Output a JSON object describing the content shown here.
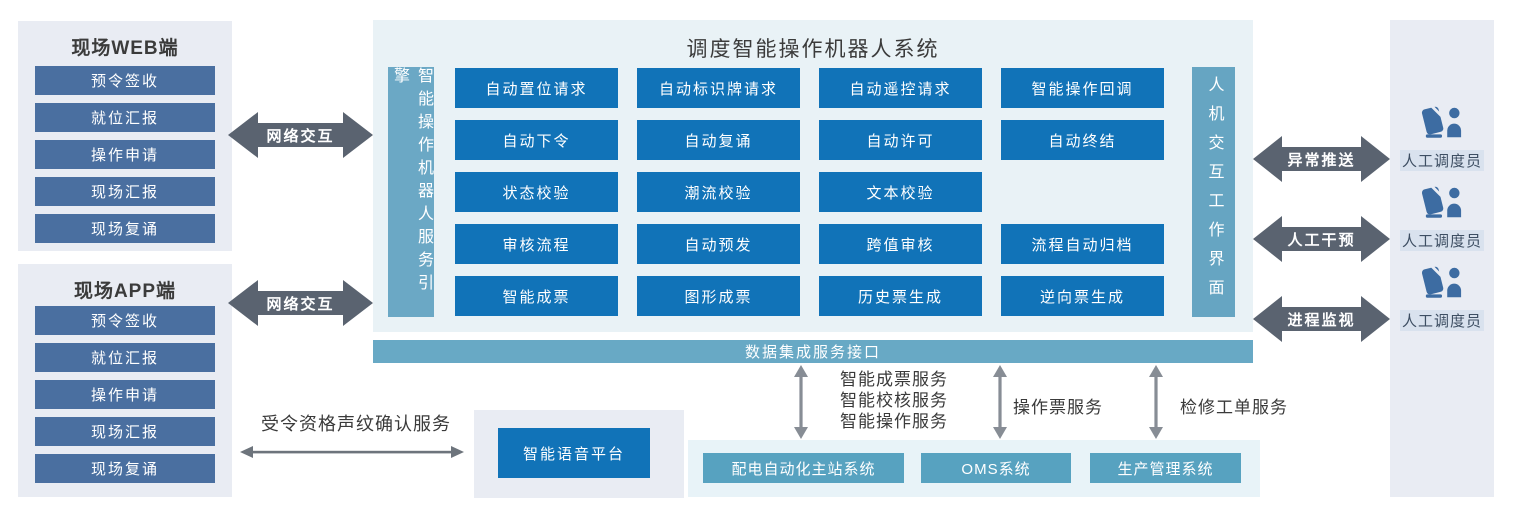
{
  "colors": {
    "primary_blue": "#1173b8",
    "steel_blue": "#4a6fa0",
    "teal_bar": "#68a9c5",
    "teal_button": "#57a2c0",
    "dark_arrow": "#5a6370",
    "thin_arrow": "#6d747c",
    "panel_gray": "#e9ecf3",
    "panel_blue": "#e9f2f6",
    "panel_teal": "#e8f3f8",
    "person_icon": "#3d6ca2",
    "title_text": "#3b3b3b"
  },
  "left": {
    "web": {
      "title": "现场WEB端",
      "items": [
        "预令签收",
        "就位汇报",
        "操作申请",
        "现场汇报",
        "现场复诵"
      ]
    },
    "app": {
      "title": "现场APP端",
      "items": [
        "预令签收",
        "就位汇报",
        "操作申请",
        "现场汇报",
        "现场复诵"
      ]
    }
  },
  "network_links": [
    {
      "label": "网络交互"
    },
    {
      "label": "网络交互"
    }
  ],
  "main": {
    "title": "调度智能操作机器人系统",
    "engine_bar": "智能操作机器人服务引擎",
    "hmi_bar": "人机交互工作界面",
    "rows": [
      [
        "自动置位请求",
        "自动标识牌请求",
        "自动遥控请求",
        "智能操作回调"
      ],
      [
        "自动下令",
        "自动复诵",
        "自动许可",
        "自动终结"
      ],
      [
        "状态校验",
        "潮流校验",
        "文本校验"
      ],
      [
        "审核流程",
        "自动预发",
        "跨值审核",
        "流程自动归档"
      ],
      [
        "智能成票",
        "图形成票",
        "历史票生成",
        "逆向票生成"
      ]
    ]
  },
  "data_bus": {
    "label": "数据集成服务接口"
  },
  "right": {
    "arrows": [
      {
        "label": "异常推送"
      },
      {
        "label": "人工干预"
      },
      {
        "label": "进程监视"
      }
    ],
    "dispatchers": [
      {
        "label": "人工调度员"
      },
      {
        "label": "人工调度员"
      },
      {
        "label": "人工调度员"
      }
    ]
  },
  "voice": {
    "service_label": "受令资格声纹确认服务",
    "platform_label": "智能语音平台"
  },
  "integration": {
    "bundle_lines": [
      "智能成票服务",
      "智能校核服务",
      "智能操作服务"
    ],
    "ticket_label": "操作票服务",
    "work_order_label": "检修工单服务",
    "systems": [
      {
        "label": "配电自动化主站系统"
      },
      {
        "label": "OMS系统"
      },
      {
        "label": "生产管理系统"
      }
    ]
  }
}
